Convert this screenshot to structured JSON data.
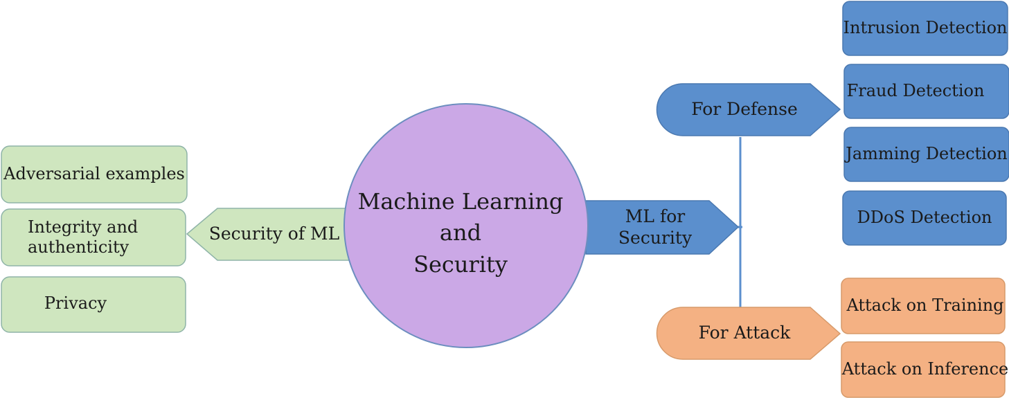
{
  "center": {
    "lines": [
      "Machine Learning",
      "and",
      "Security"
    ]
  },
  "left_branch": {
    "label": "Security of ML",
    "items": [
      {
        "lines": [
          "Adversarial examples"
        ]
      },
      {
        "lines": [
          "Integrity and",
          "authenticity"
        ]
      },
      {
        "lines": [
          "Privacy"
        ]
      }
    ]
  },
  "right_branch": {
    "label": "ML for Security",
    "defense": {
      "label": "For Defense",
      "items": [
        "Intrusion Detection",
        "Fraud Detection",
        "Jamming Detection",
        "DDoS Detection"
      ]
    },
    "attack": {
      "label": "For Attack",
      "items": [
        "Attack on Training",
        "Attack on Inference"
      ]
    }
  },
  "colors": {
    "center_fill": "#cba8e6",
    "center_stroke": "#6c8ebf",
    "green_fill": "#cfe6bf",
    "green_stroke": "#8fb4a8",
    "blue_fill": "#5b8fcd",
    "blue_stroke": "#4a78b0",
    "orange_fill": "#f4b183",
    "orange_stroke": "#d79a6a",
    "connector": "#5b8fcd"
  }
}
